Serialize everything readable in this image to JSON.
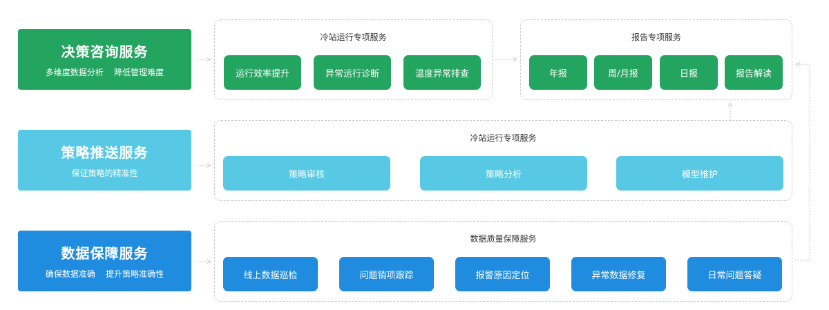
{
  "rows": [
    {
      "title": "决策咨询服务",
      "subtitle": "多维度数据分析    降低管理难度",
      "panels": [
        {
          "title": "冷站运行专项服务",
          "items": [
            "运行效率提升",
            "异常运行诊断",
            "温度异常排查"
          ]
        },
        {
          "title": "报告专项服务",
          "items": [
            "年报",
            "周/月报",
            "日报",
            "报告解读"
          ]
        }
      ]
    },
    {
      "title": "策略推送服务",
      "subtitle": "保证策略的精准性",
      "panels": [
        {
          "title": "冷站运行专项服务",
          "items": [
            "策略审核",
            "策略分析",
            "模型维护"
          ]
        }
      ]
    },
    {
      "title": "数据保障服务",
      "subtitle": "确保数据准确    提升策略准确性",
      "panels": [
        {
          "title": "数据质量保障服务",
          "items": [
            "线上数据巡检",
            "问题销项跟踪",
            "报警原因定位",
            "异常数据修复",
            "日常问题答疑"
          ]
        }
      ]
    }
  ],
  "colors": {
    "green": "#23a45f",
    "cyan": "#58c9e4",
    "blue": "#1f8ce0",
    "connector": "#c9c9c9"
  }
}
